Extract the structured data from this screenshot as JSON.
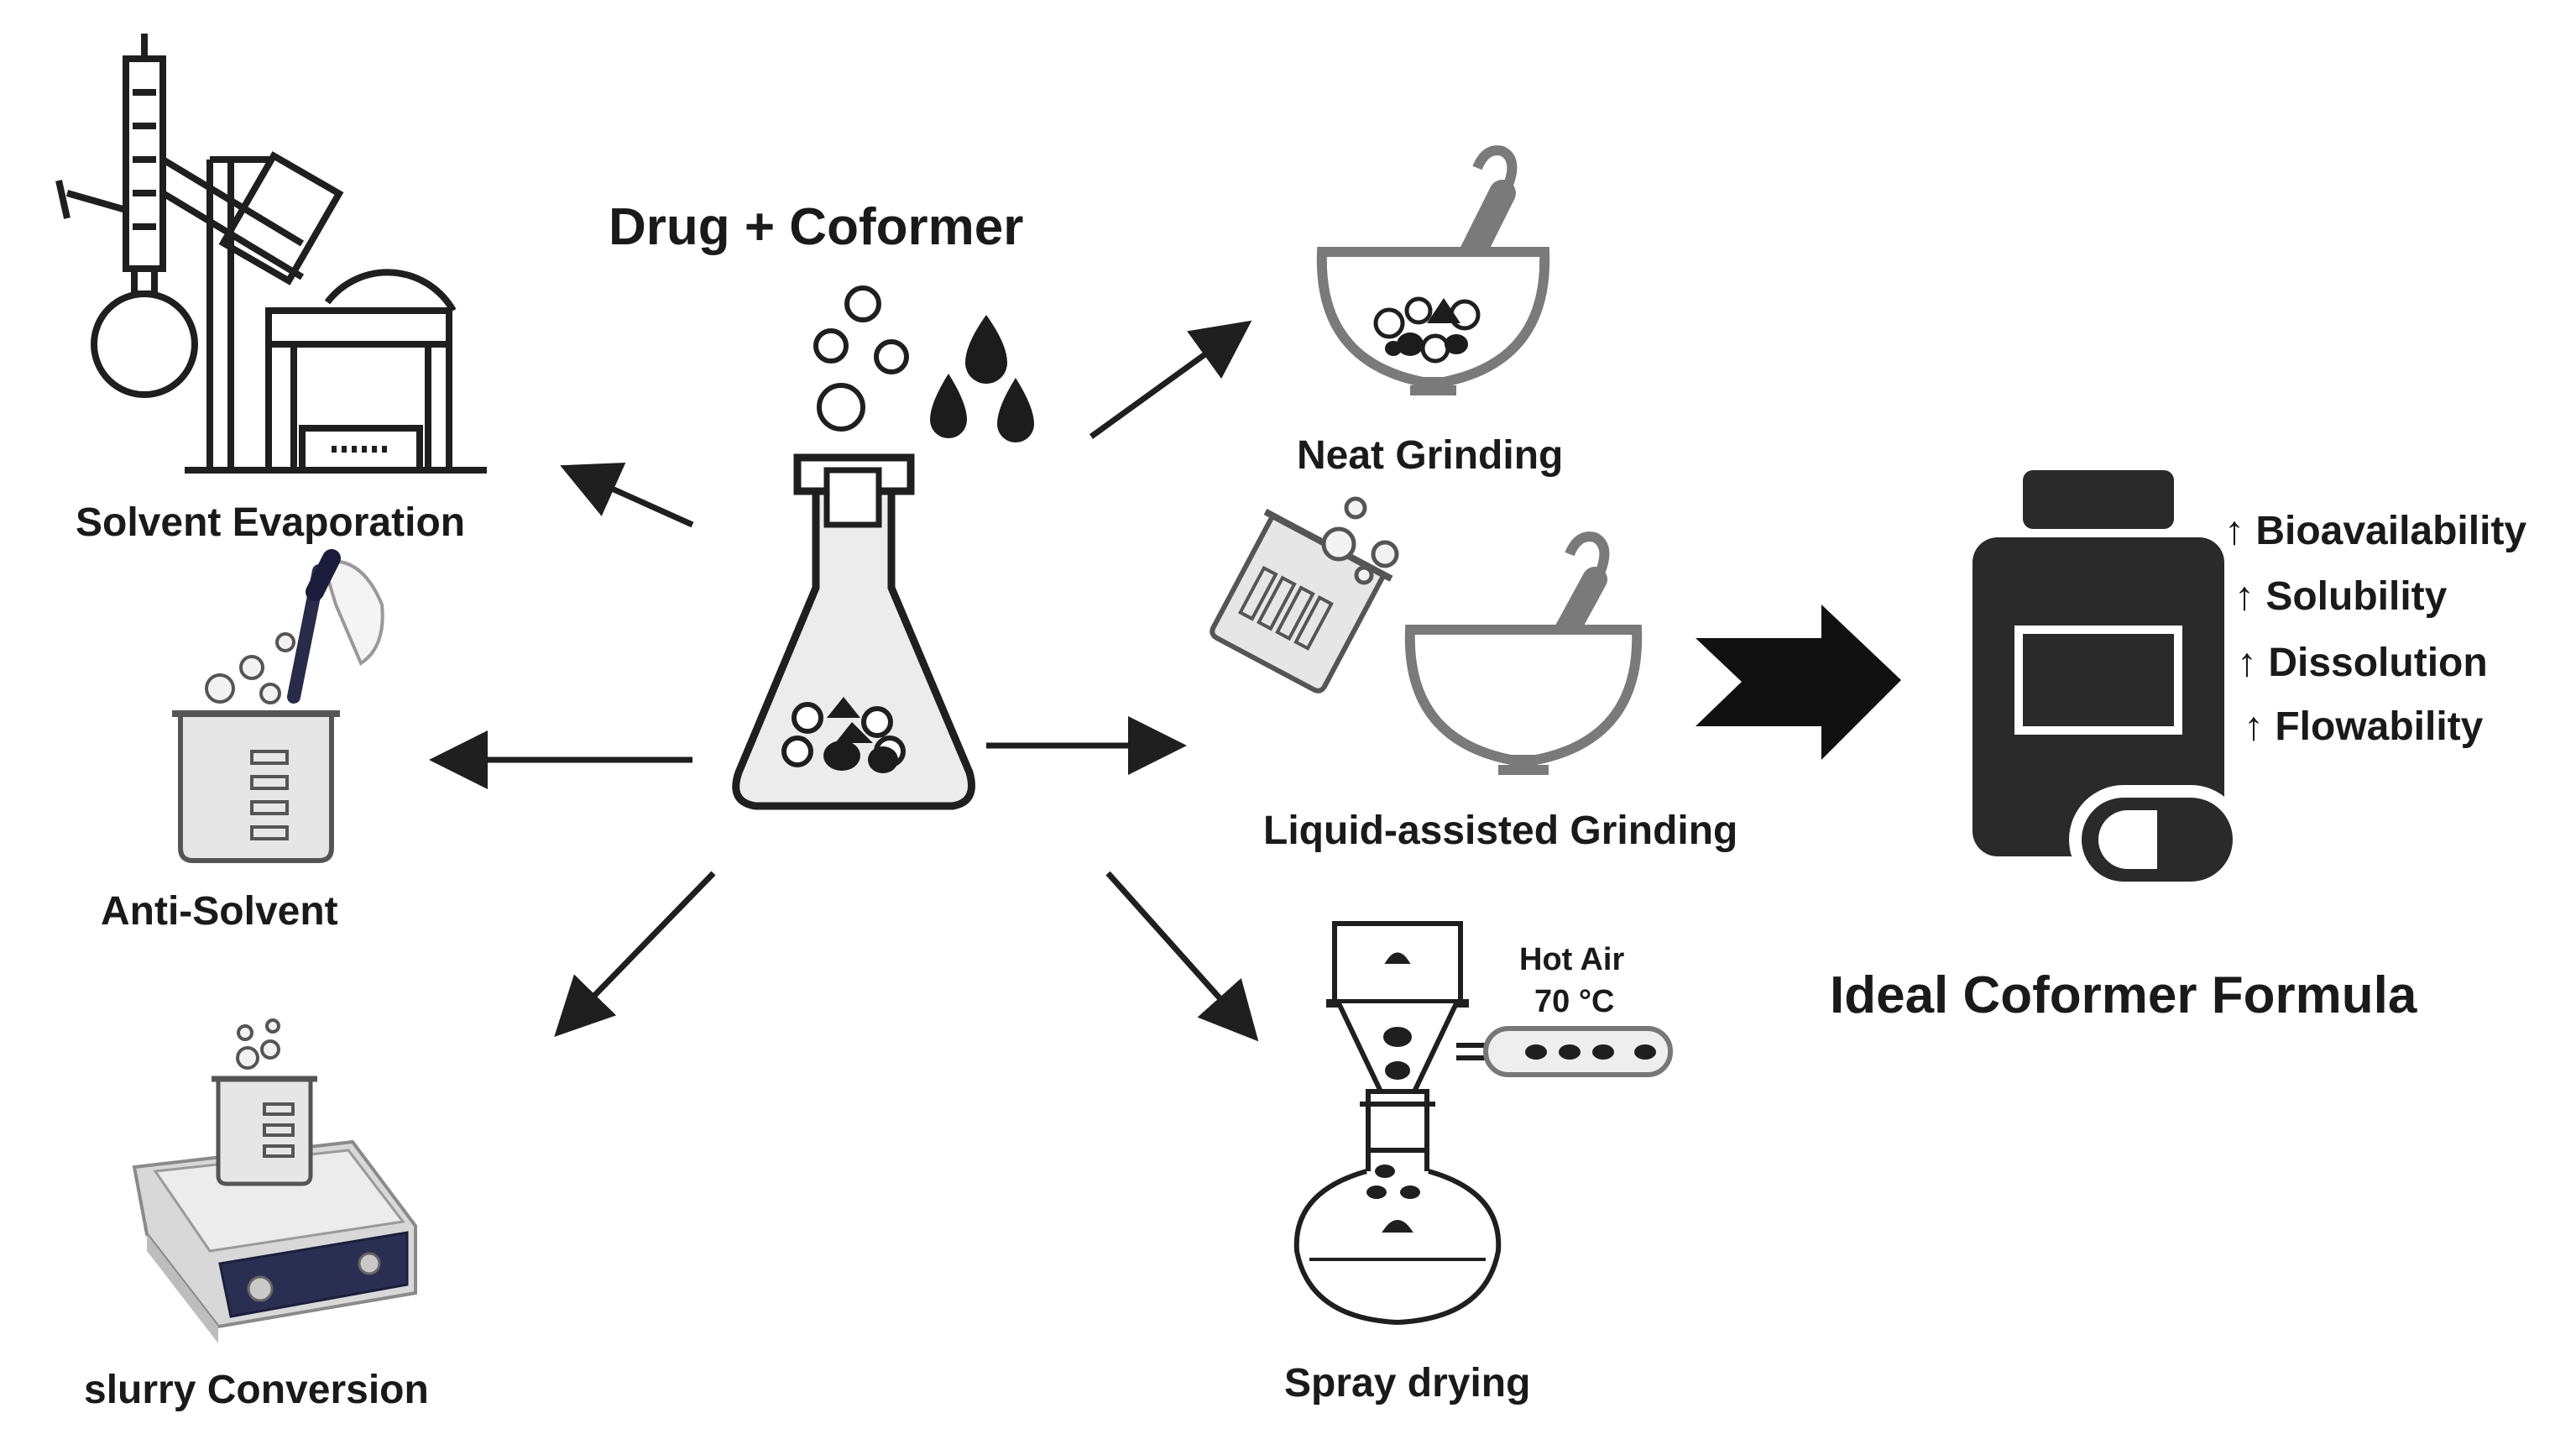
{
  "title": "Drug + Coformer",
  "methods": {
    "solvent_evaporation": "Solvent Evaporation",
    "anti_solvent": "Anti-Solvent",
    "slurry_conversion": "slurry Conversion",
    "neat_grinding": "Neat Grinding",
    "liquid_assisted_grinding": "Liquid-assisted Grinding",
    "spray_drying": "Spray drying"
  },
  "spray_dryer": {
    "hot_air": "Hot Air",
    "temperature": "70 °C"
  },
  "outcome": {
    "title": "Ideal Coformer Formula",
    "benefits": [
      "↑ Bioavailability",
      "↑ Solubility",
      "↑ Dissolution",
      "↑ Flowability"
    ]
  },
  "colors": {
    "line": "#1f1f1f",
    "fill_light": "#e6e6e6",
    "fill_dark": "#1c1c1c",
    "gray": "#8a8a8a"
  }
}
